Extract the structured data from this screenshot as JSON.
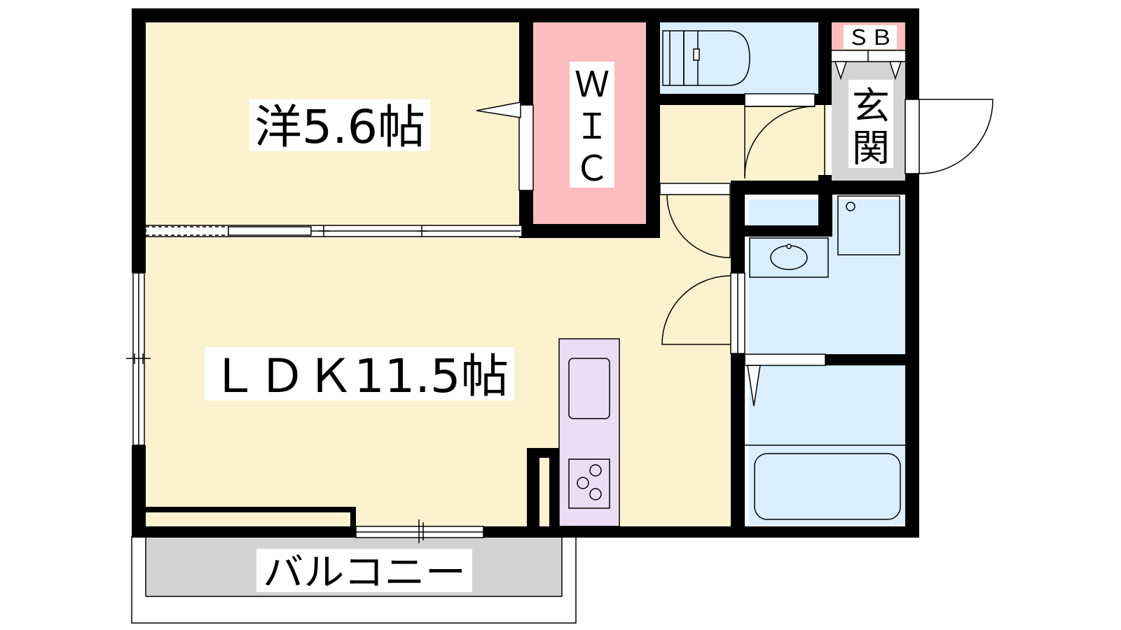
{
  "rooms": {
    "western": {
      "label": "洋5.6帖"
    },
    "ldk": {
      "label": "ＬＤＫ11.5帖"
    },
    "wic": {
      "label_lines": [
        "Ｗ",
        "Ｉ",
        "Ｃ"
      ]
    },
    "entrance": {
      "label_lines": [
        "玄",
        "関"
      ]
    },
    "shoe_box": {
      "label": "ＳＢ"
    },
    "balcony": {
      "label": "バルコニー"
    }
  },
  "colors": {
    "room_fill": "#fdf2d0",
    "wet_fill": "#dbeefe",
    "wic_fill": "#fbbdbd",
    "kitchen_fill": "#ecdcf4",
    "entrance_fill": "#d4d4d4",
    "balcony_fill": "#d2d2d2",
    "wall": "#000000"
  }
}
